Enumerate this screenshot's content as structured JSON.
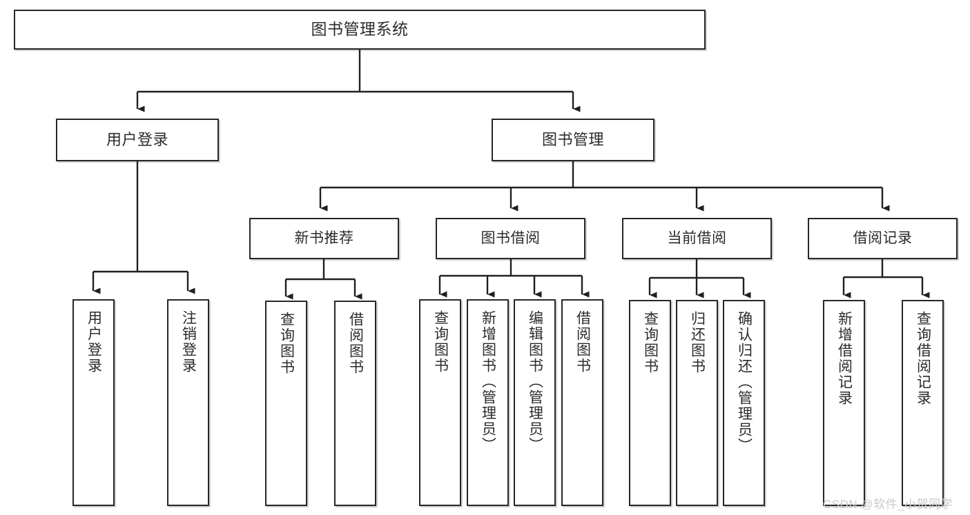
{
  "diagram": {
    "type": "tree",
    "title": "图书管理系统",
    "orientation": "top-down",
    "colors": {
      "node_border": "#262626",
      "node_fill": "#ffffff",
      "edge": "#1f1f1f",
      "text": "#2b2b2b",
      "watermark": "#c9c9c9",
      "background": "#ffffff"
    }
  },
  "nodes": {
    "root": {
      "label": "图书管理系统"
    },
    "level2": [
      {
        "id": "user-login",
        "label": "用户登录"
      },
      {
        "id": "book-manage",
        "label": "图书管理"
      }
    ],
    "level3": [
      {
        "id": "new-book-recommend",
        "label": "新书推荐"
      },
      {
        "id": "book-borrow",
        "label": "图书借阅"
      },
      {
        "id": "current-borrow",
        "label": "当前借阅"
      },
      {
        "id": "borrow-record",
        "label": "借阅记录"
      }
    ],
    "leaves": {
      "user_login": [
        {
          "id": "leaf-user-login",
          "label": "用户登录"
        },
        {
          "id": "leaf-logout",
          "label": "注销登录"
        }
      ],
      "new_book_recommend": [
        {
          "id": "leaf-query-book-1",
          "label": "查询图书"
        },
        {
          "id": "leaf-borrow-book-1",
          "label": "借阅图书"
        }
      ],
      "book_borrow": [
        {
          "id": "leaf-query-book-2",
          "label": "查询图书"
        },
        {
          "id": "leaf-add-book",
          "label": "新增图书（管理员）"
        },
        {
          "id": "leaf-edit-book",
          "label": "编辑图书（管理员）"
        },
        {
          "id": "leaf-borrow-book-2",
          "label": "借阅图书"
        }
      ],
      "current_borrow": [
        {
          "id": "leaf-query-book-3",
          "label": "查询图书"
        },
        {
          "id": "leaf-return-book",
          "label": "归还图书"
        },
        {
          "id": "leaf-confirm-return",
          "label": "确认归还（管理员）"
        }
      ],
      "borrow_record": [
        {
          "id": "leaf-add-record",
          "label": "新增借阅记录"
        },
        {
          "id": "leaf-query-record",
          "label": "查询借阅记录"
        }
      ]
    }
  },
  "watermark": {
    "text": "CSDN @软件_小贺同学"
  }
}
